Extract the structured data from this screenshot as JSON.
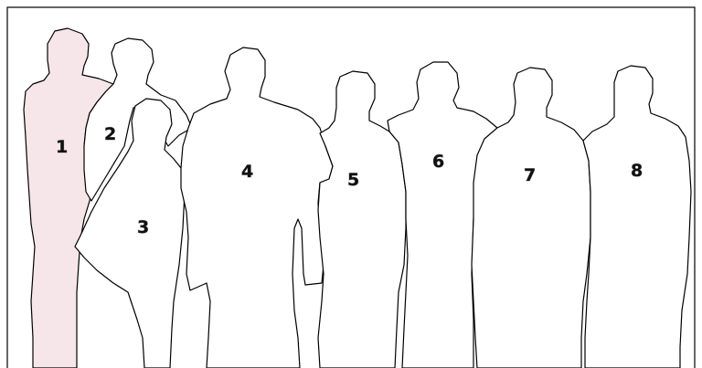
{
  "figure_labels": [
    "1",
    "2",
    "3",
    "4",
    "5",
    "6",
    "7",
    "8"
  ],
  "colors": {
    "background": "#ffffff",
    "outline": "#000000",
    "highlight_fill": "#f6e6ea",
    "label": "#111111"
  },
  "highlighted_figure": "1"
}
